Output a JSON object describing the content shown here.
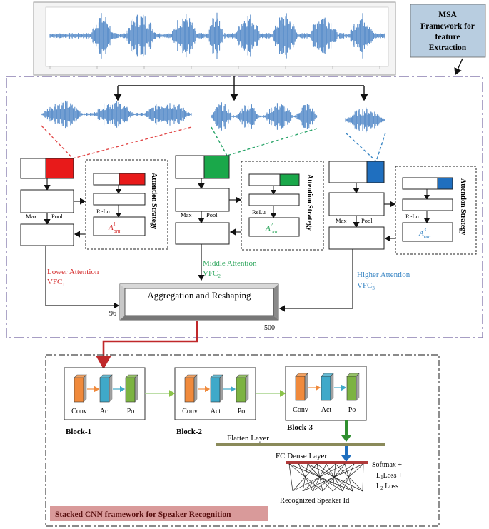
{
  "top_panel": {
    "badge_title": "MSA",
    "badge_line2": "Framework for",
    "badge_line3": "feature",
    "badge_line4": "Extraction"
  },
  "branches": [
    {
      "color": "#e81a1a",
      "attention_title": "Attention Strategy",
      "relu": "ReLu",
      "maxpool_left": "Max",
      "maxpool_right": "Pool",
      "formula_base": "A",
      "formula_sup": "1",
      "formula_sub": "om",
      "out_label_line1": "Lower Attention",
      "out_label_line2": "VFC",
      "out_label_sub": "1",
      "out_color": "#d42a2a"
    },
    {
      "color": "#1aa84a",
      "attention_title": "Attention Strategy",
      "relu": "ReLu",
      "maxpool_left": "Max",
      "maxpool_right": "Pool",
      "formula_base": "A",
      "formula_sup": "2",
      "formula_sub": "om",
      "out_label_line1": "Middle Attention",
      "out_label_line2": "VFC",
      "out_label_sub": "2",
      "out_color": "#2aa55a"
    },
    {
      "color": "#1f6fbf",
      "attention_title": "Attention Strategy",
      "relu": "ReLu",
      "maxpool_left": "Max",
      "maxpool_right": "Pool",
      "formula_base": "A",
      "formula_sup": "3",
      "formula_sub": "om",
      "out_label_line1": "Higher Attention",
      "out_label_line2": "VFC",
      "out_label_sub": "3",
      "out_color": "#3a86c4"
    }
  ],
  "aggregation": {
    "label": "Aggregation and Reshaping",
    "left_num": "96",
    "right_num": "500"
  },
  "cnn": {
    "blocks": [
      "Block-1",
      "Block-2",
      "Block-3"
    ],
    "layer_labels": [
      "Conv",
      "Act",
      "Po"
    ],
    "flatten": "Flatten Layer",
    "fc_dense": "FC Dense Layer",
    "softmax_line1": "Softmax +",
    "softmax_line2_pre": "L",
    "softmax_line2_sub": "1",
    "softmax_line2_post": "Loss +",
    "softmax_line3_pre": "L",
    "softmax_line3_sub": "2",
    "softmax_line3_post": " Loss",
    "speaker_id": "Recognized Speaker Id",
    "caption": "Stacked CNN framework for Speaker Recognition"
  },
  "colors": {
    "conv": "#f08a3c",
    "act": "#3fa9c9",
    "pool": "#7cb342",
    "dash_border": "#8a7fb0",
    "badge_bg": "#b8cde0",
    "caption_bg": "#d99a9a",
    "wave": "#4f86c6",
    "flatten_bar": "#8a8a5a",
    "fc_bar": "#b03a3a"
  }
}
